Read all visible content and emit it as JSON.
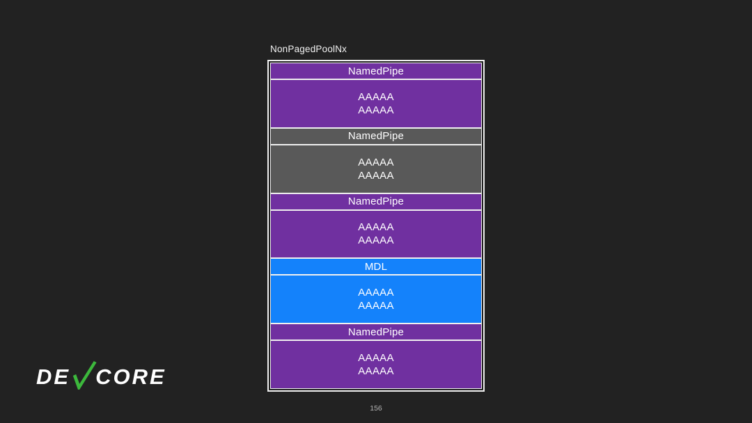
{
  "slide": {
    "background": "#222222",
    "page_number": "156"
  },
  "diagram": {
    "label": "NonPagedPoolNx",
    "colors": {
      "purple": "#7030A0",
      "gray": "#595959",
      "blue": "#1482FB",
      "border": "#F0F0F0"
    },
    "blocks": [
      {
        "header": "NamedPipe",
        "body_lines": [
          "AAAAA",
          "AAAAA"
        ],
        "color_key": "purple"
      },
      {
        "header": "NamedPipe",
        "body_lines": [
          "AAAAA",
          "AAAAA"
        ],
        "color_key": "gray"
      },
      {
        "header": "NamedPipe",
        "body_lines": [
          "AAAAA",
          "AAAAA"
        ],
        "color_key": "purple"
      },
      {
        "header": "MDL",
        "body_lines": [
          "AAAAA",
          "AAAAA"
        ],
        "color_key": "blue"
      },
      {
        "header": "NamedPipe",
        "body_lines": [
          "AAAAA",
          "AAAAA"
        ],
        "color_key": "purple"
      }
    ]
  },
  "logo": {
    "text_left": "DE",
    "text_right": "CORE",
    "check_color": "#3CB83C"
  }
}
